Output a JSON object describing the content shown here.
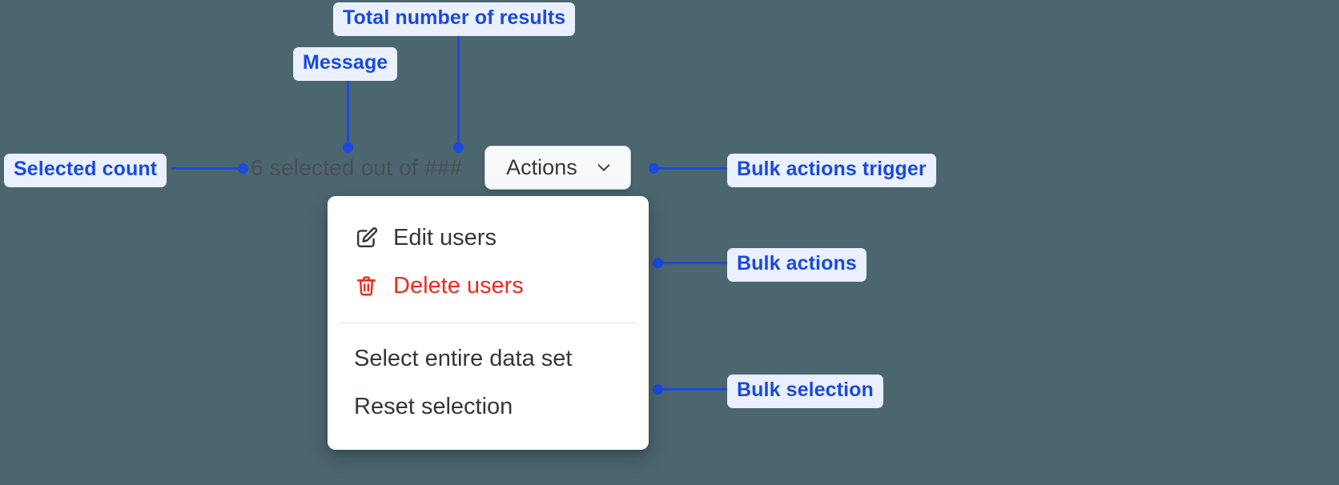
{
  "background_color": "#4c666f",
  "accent_color": "#1a4ae0",
  "chip_bg_color": "#eaf0fe",
  "danger_color": "#f3281e",
  "bulk_bar": {
    "selected_message": "6 selected out of ###",
    "selected_count": "6",
    "total_results_placeholder": "###",
    "actions_button_label": "Actions",
    "actions_button_icon": "chevron-down-icon"
  },
  "menu": {
    "groups": [
      {
        "name": "bulk-actions",
        "items": [
          {
            "label": "Edit users",
            "icon": "edit-square-pencil-icon",
            "danger": false
          },
          {
            "label": "Delete users",
            "icon": "trash-icon",
            "danger": true
          }
        ]
      },
      {
        "name": "bulk-selection",
        "items": [
          {
            "label": "Select entire data set",
            "icon": null,
            "danger": false
          },
          {
            "label": "Reset selection",
            "icon": null,
            "danger": false
          }
        ]
      }
    ]
  },
  "annotations": [
    {
      "id": "total-number-of-results",
      "label": "Total number of results"
    },
    {
      "id": "message",
      "label": "Message"
    },
    {
      "id": "selected-count",
      "label": "Selected count"
    },
    {
      "id": "bulk-actions-trigger",
      "label": "Bulk actions trigger"
    },
    {
      "id": "bulk-actions",
      "label": "Bulk actions"
    },
    {
      "id": "bulk-selection",
      "label": "Bulk selection"
    }
  ]
}
